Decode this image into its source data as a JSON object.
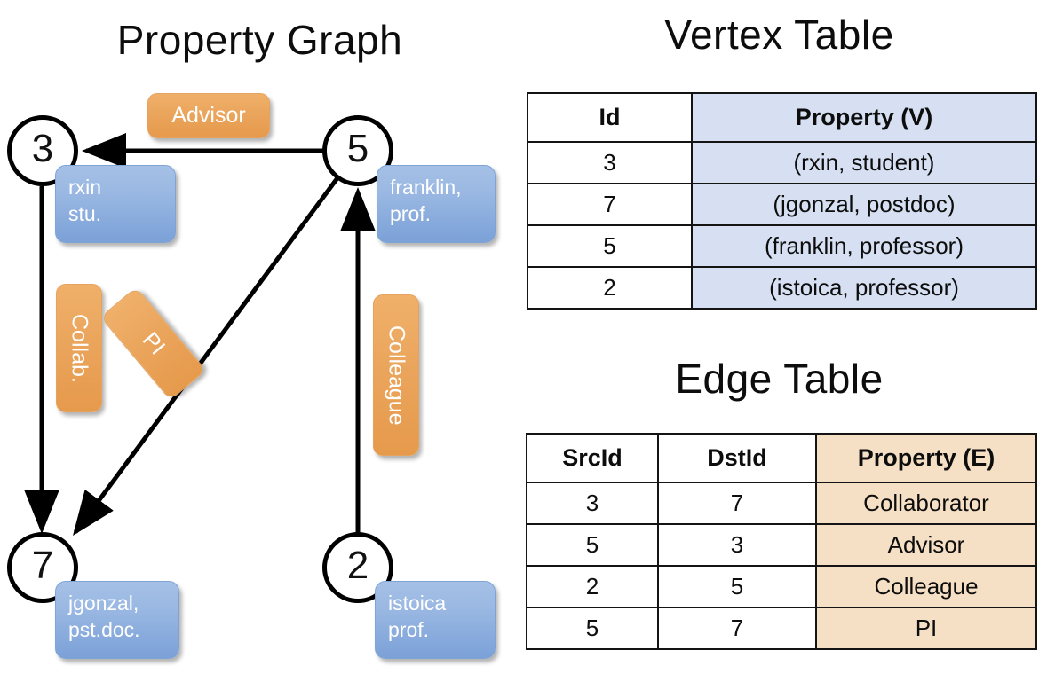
{
  "graph": {
    "title": "Property Graph",
    "nodes": [
      {
        "id": "3",
        "property_lines": [
          "rxin",
          "stu."
        ]
      },
      {
        "id": "5",
        "property_lines": [
          "franklin,",
          "prof."
        ]
      },
      {
        "id": "7",
        "property_lines": [
          "jgonzal,",
          "pst.doc."
        ]
      },
      {
        "id": "2",
        "property_lines": [
          "istoica",
          "prof."
        ]
      }
    ],
    "edge_labels": [
      {
        "text": "Advisor",
        "orientation": "horizontal"
      },
      {
        "text": "Collab.",
        "orientation": "vertical"
      },
      {
        "text": "PI",
        "orientation": "vertical-rotated"
      },
      {
        "text": "Colleague",
        "orientation": "vertical"
      }
    ],
    "edges": [
      {
        "from": "5",
        "to": "3",
        "label": "Advisor"
      },
      {
        "from": "3",
        "to": "7",
        "label": "Collab."
      },
      {
        "from": "5",
        "to": "7",
        "label": "PI"
      },
      {
        "from": "2",
        "to": "5",
        "label": "Colleague"
      }
    ]
  },
  "vertex_table": {
    "title": "Vertex Table",
    "headers": [
      "Id",
      "Property (V)"
    ],
    "rows": [
      {
        "id": "3",
        "property": "(rxin, student)"
      },
      {
        "id": "7",
        "property": "(jgonzal, postdoc)"
      },
      {
        "id": "5",
        "property": "(franklin, professor)"
      },
      {
        "id": "2",
        "property": "(istoica, professor)"
      }
    ]
  },
  "edge_table": {
    "title": "Edge Table",
    "headers": [
      "SrcId",
      "DstId",
      "Property (E)"
    ],
    "rows": [
      {
        "src": "3",
        "dst": "7",
        "property": "Collaborator"
      },
      {
        "src": "5",
        "dst": "3",
        "property": "Advisor"
      },
      {
        "src": "2",
        "dst": "5",
        "property": "Colleague"
      },
      {
        "src": "5",
        "dst": "7",
        "property": "PI"
      }
    ]
  },
  "colors": {
    "vertex_property_cell": "#d6e0f2",
    "edge_property_cell": "#f5dfc5",
    "node_property_box": "#8fb0df",
    "edge_label_box": "#eaa45b",
    "line": "#000000",
    "background": "#ffffff"
  }
}
